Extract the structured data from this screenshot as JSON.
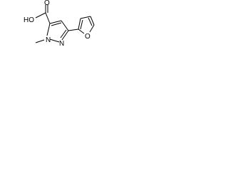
{
  "molecule": {
    "atoms": {
      "carboxyl_oxygen": "O",
      "hydroxyl": "HO",
      "ring_nitrogen_1": "N",
      "ring_nitrogen_2": "N",
      "furan_oxygen": "O"
    }
  }
}
